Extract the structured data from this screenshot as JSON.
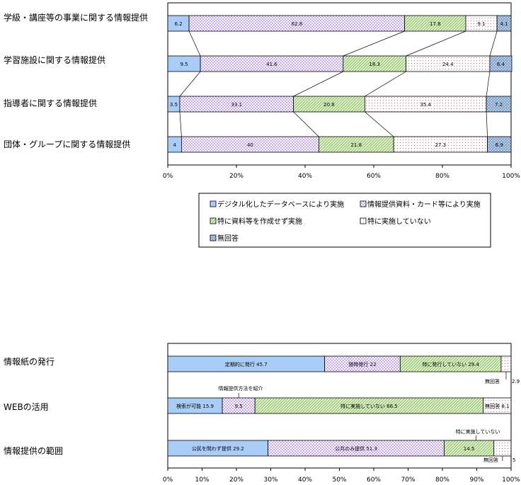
{
  "colors": {
    "digital": "#a9cdf7",
    "cards": "#c9a8f2",
    "noMaterial": "#a3d17a",
    "notDone": "#fbe1ee",
    "noAnswer": "#8eaed8",
    "border": "#000000"
  },
  "chart_data": [
    {
      "type": "bar",
      "orientation": "horizontal",
      "stacked": "percent",
      "categories": [
        "学級・講座等の事業に関する情報提供",
        "学習施設に関する情報提供",
        "指導者に関する情報提供",
        "団体・グループに関する情報提供"
      ],
      "series": [
        {
          "name": "デジタル化したデータベースにより実施",
          "values": [
            6.2,
            9.5,
            3.5,
            4
          ]
        },
        {
          "name": "情報提供資料・カード等により実施",
          "values": [
            62.8,
            41.6,
            33.1,
            40
          ]
        },
        {
          "name": "特に資料等を作成せず実施",
          "values": [
            17.8,
            18.3,
            20.8,
            21.8
          ]
        },
        {
          "name": "特に実施していない",
          "values": [
            9.1,
            24.4,
            35.4,
            27.3
          ]
        },
        {
          "name": "無回答",
          "values": [
            4.1,
            6.4,
            7.2,
            6.9
          ]
        }
      ],
      "xticks": [
        "0%",
        "20%",
        "40%",
        "60%",
        "80%",
        "100%"
      ],
      "xlim": [
        0,
        100
      ],
      "legend_position": "bottom"
    },
    {
      "type": "bar",
      "orientation": "horizontal",
      "stacked": "percent",
      "categories": [
        "情報紙の発行",
        "WEBの活用",
        "情報提供の範囲"
      ],
      "bars": [
        {
          "segments": [
            {
              "label": "定期的に発行",
              "value": 45.7,
              "fill": "digital"
            },
            {
              "label": "随時発行",
              "value": 22,
              "fill": "cards"
            },
            {
              "label": "特に発行していない",
              "value": 29.4,
              "fill": "noMaterial"
            },
            {
              "label": "",
              "value": 2.9,
              "fill": "notDone"
            }
          ],
          "callouts": [
            {
              "label": "無回答",
              "value": "2.9"
            }
          ]
        },
        {
          "segments": [
            {
              "label": "検索が可能",
              "value": 15.9,
              "fill": "digital"
            },
            {
              "label": "",
              "value": 9.5,
              "fill": "cards"
            },
            {
              "label": "特に実施していない",
              "value": 66.5,
              "fill": "noMaterial"
            },
            {
              "label": "無回答",
              "value": 8.1,
              "fill": "notDone"
            }
          ],
          "callouts": [
            {
              "label": "情報提供方法を紹介",
              "value": ""
            }
          ]
        },
        {
          "segments": [
            {
              "label": "公民を問わず提供",
              "value": 29.2,
              "fill": "digital"
            },
            {
              "label": "公共のみ提供",
              "value": 51.3,
              "fill": "cards"
            },
            {
              "label": "",
              "value": 14.5,
              "fill": "noMaterial"
            },
            {
              "label": "",
              "value": 5,
              "fill": "notDone"
            }
          ],
          "callouts": [
            {
              "label": "特に実施していない",
              "value": ""
            },
            {
              "label": "無回答",
              "value": "5"
            }
          ]
        }
      ],
      "xticks": [
        "0%",
        "10%",
        "20%",
        "30%",
        "40%",
        "50%",
        "60%",
        "70%",
        "80%",
        "90%",
        "100%"
      ],
      "xlim": [
        0,
        100
      ]
    }
  ]
}
